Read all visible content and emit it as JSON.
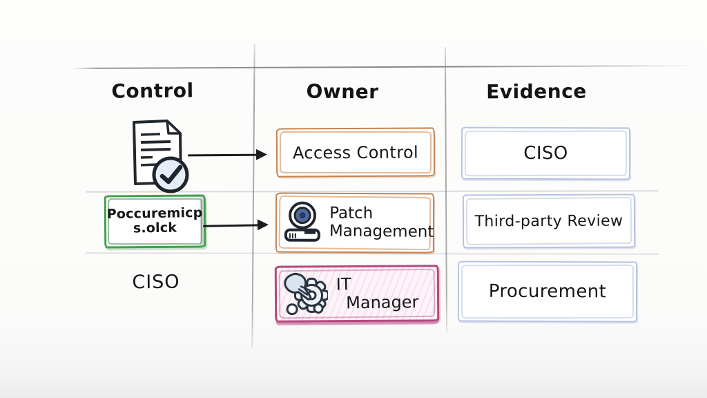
{
  "headers": {
    "control": "Control",
    "owner": "Owner",
    "evidence": "Evidence"
  },
  "rows": {
    "row1": {
      "control_icon": "document-check",
      "owner_box": "Access Control",
      "evidence_box": "CISO"
    },
    "row2": {
      "control_box_line1": "Poccuremicp",
      "control_box_line2": "s.olck",
      "owner_icon": "webcam",
      "owner_box_line1": "Patch",
      "owner_box_line2": "Management",
      "evidence_box": "Third-party Review"
    },
    "row3": {
      "control_label": "CISO",
      "owner_icon": "hand-gears",
      "owner_box_line1": "IT",
      "owner_box_line2": "Manager",
      "evidence_box": "Procurement"
    }
  },
  "colors": {
    "orange_border": "#c5824e",
    "green_border": "#43a04c",
    "blue_border": "#b5c4e0",
    "pink_border": "#b5487f",
    "arrow": "#1c1c1c",
    "grid_line": "#76787c",
    "ink": "#161616"
  }
}
